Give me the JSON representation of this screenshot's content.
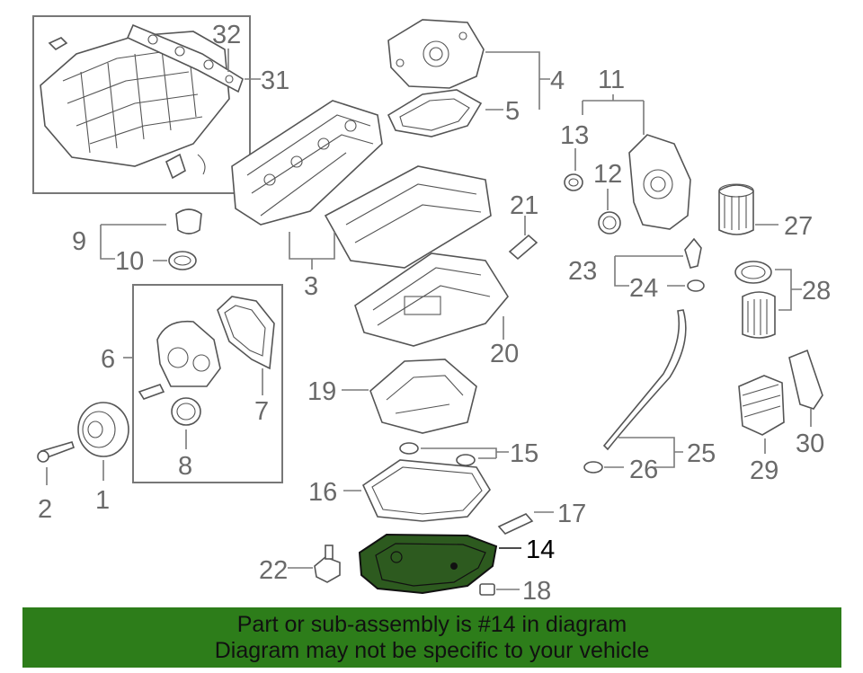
{
  "diagram": {
    "highlight_part": "14",
    "highlight_color": "#2d5a1f",
    "callouts": [
      {
        "label": "32"
      },
      {
        "label": "31"
      },
      {
        "label": "4"
      },
      {
        "label": "5"
      },
      {
        "label": "11"
      },
      {
        "label": "13"
      },
      {
        "label": "12"
      },
      {
        "label": "21"
      },
      {
        "label": "27"
      },
      {
        "label": "9"
      },
      {
        "label": "10"
      },
      {
        "label": "3"
      },
      {
        "label": "23"
      },
      {
        "label": "24"
      },
      {
        "label": "28"
      },
      {
        "label": "20"
      },
      {
        "label": "6"
      },
      {
        "label": "7"
      },
      {
        "label": "19"
      },
      {
        "label": "30"
      },
      {
        "label": "8"
      },
      {
        "label": "15"
      },
      {
        "label": "25"
      },
      {
        "label": "2"
      },
      {
        "label": "1"
      },
      {
        "label": "26"
      },
      {
        "label": "29"
      },
      {
        "label": "16"
      },
      {
        "label": "17"
      },
      {
        "label": "14"
      },
      {
        "label": "22"
      },
      {
        "label": "18"
      }
    ]
  },
  "banner": {
    "line1": "Part or sub-assembly is #14 in diagram",
    "line2": "Diagram may not be specific to your vehicle",
    "background": "#2d7d1a"
  }
}
